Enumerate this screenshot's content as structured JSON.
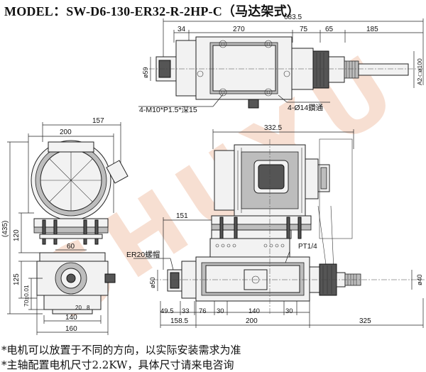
{
  "title": "MODEL：SW-D6-130-ER32-R-2HP-C（马达架式）",
  "watermark": "SHUYU",
  "notes": [
    "*电机可以放置于不同的方向，以实际安装需求为准",
    "*主轴配置电机尺寸2.2KW，具体尺寸请来电咨询"
  ],
  "top_view": {
    "dims": {
      "overall": "683.5",
      "d34": "34",
      "d270": "270",
      "d75": "75",
      "d65": "65",
      "d185": "185",
      "d59": "ø59",
      "d100": "A2-□ø100"
    },
    "callouts": {
      "tap": "4-M10*P1.5*深15",
      "hole": "4-Ø14鑽通"
    }
  },
  "side_view": {
    "dims": {
      "d157": "157",
      "d200": "200",
      "d435": "(435)",
      "d120": "120",
      "d60": "60",
      "d125": "125",
      "d70": "70±0.01",
      "d20": "20",
      "d88": "8",
      "d140": "140",
      "d160": "160"
    }
  },
  "front_view": {
    "dims": {
      "d332": "332.5",
      "d151": "151",
      "d50": "ø50",
      "d49": "49.5",
      "d33": "33",
      "d76": "76",
      "d30a": "30",
      "d140": "140",
      "d30b": "30",
      "d158": "158.5",
      "d200": "200",
      "d325": "325",
      "d40": "ø40"
    },
    "labels": {
      "nut": "ER20螺帽",
      "port": "PT1/4"
    }
  }
}
